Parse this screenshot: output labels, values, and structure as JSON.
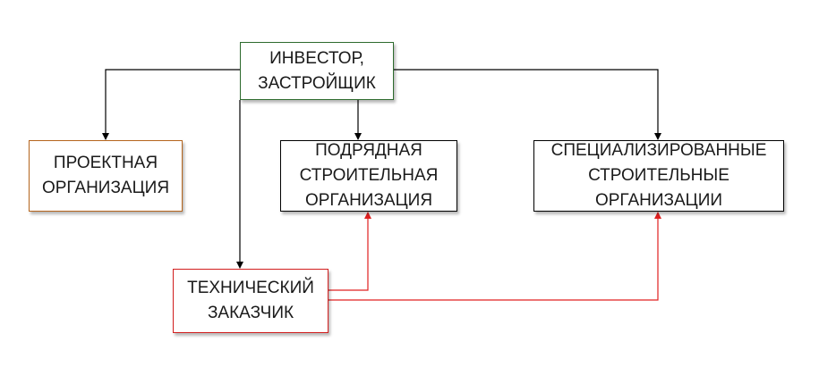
{
  "colors": {
    "investor_border": "#2e6b2e",
    "design_border": "#b5651d",
    "contractor_border": "#000000",
    "specialized_border": "#000000",
    "customer_border": "#d21f1f",
    "black_connector": "#000000",
    "red_connector": "#e02020"
  },
  "diagram": {
    "investor": "ИНВЕСТОР,\nЗАСТРОЙЩИК",
    "design_org": "ПРОЕКТНАЯ\nОРГАНИЗАЦИЯ",
    "contractor": "ПОДРЯДНАЯ\nСТРОИТЕЛЬНАЯ\nОРГАНИЗАЦИЯ",
    "specialized": "СПЕЦИАЛИЗИРОВАННЫЕ\nСТРОИТЕЛЬНЫЕ\nОРГАНИЗАЦИИ",
    "technical_customer": "ТЕХНИЧЕСКИЙ\nЗАКАЗЧИК"
  }
}
